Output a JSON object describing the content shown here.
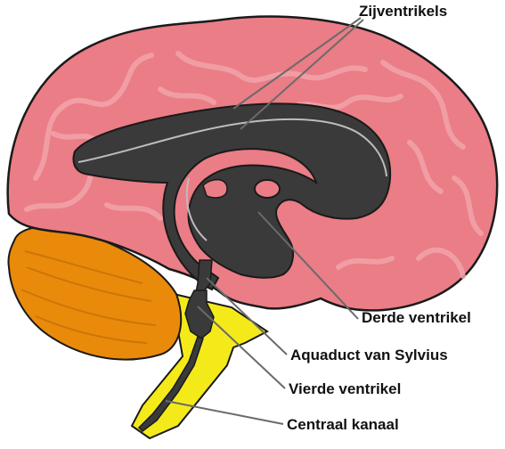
{
  "labels": {
    "zijventrikels": "Zijventrikels",
    "derde_ventrikel": "Derde ventrikel",
    "aquaduct": "Aquaduct van Sylvius",
    "vierde_ventrikel": "Vierde ventrikel",
    "centraal_kanaal": "Centraal kanaal"
  },
  "colors": {
    "cerebrum": "#ea7d86",
    "cerebrum_outline": "#1a1a1a",
    "gyri": "#f3a3aa",
    "cerebellum": "#e98a0b",
    "brainstem": "#f4ea1a",
    "ventricles": "#3a3a3a",
    "leader_lines": "#6a6a6a"
  }
}
